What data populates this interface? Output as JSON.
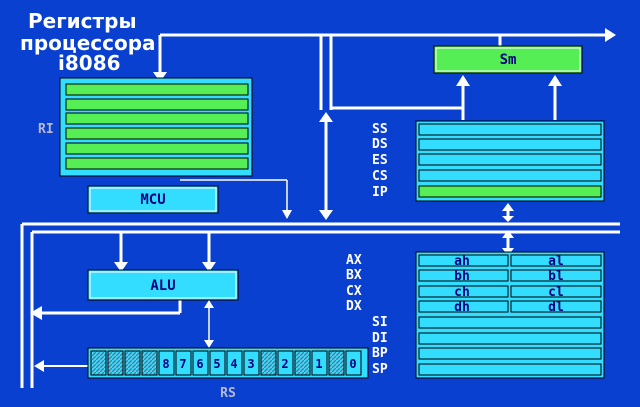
{
  "title": {
    "line1": "Регистры",
    "line2": "процессора",
    "line3": "i8086"
  },
  "labels": {
    "ri": "RI",
    "mcu": "MCU",
    "sm": "Sm",
    "alu": "ALU",
    "rs": "RS"
  },
  "segment_registers": [
    "SS",
    "DS",
    "ES",
    "CS",
    "IP"
  ],
  "general_registers": [
    "AX",
    "BX",
    "CX",
    "DX"
  ],
  "index_registers": [
    "SI",
    "DI",
    "BP",
    "SP"
  ],
  "gp_cells": [
    [
      "ah",
      "al"
    ],
    [
      "bh",
      "bl"
    ],
    [
      "ch",
      "cl"
    ],
    [
      "dh",
      "dl"
    ]
  ],
  "flag_digits": [
    "8",
    "7",
    "6",
    "5",
    "4",
    "3",
    "2",
    "1",
    "0"
  ],
  "colors": {
    "background": "#0a40d0",
    "register_cyan": "#33ddff",
    "register_green": "#55ee55",
    "line": "#ffffff",
    "hatch": "#7f9fbf"
  }
}
